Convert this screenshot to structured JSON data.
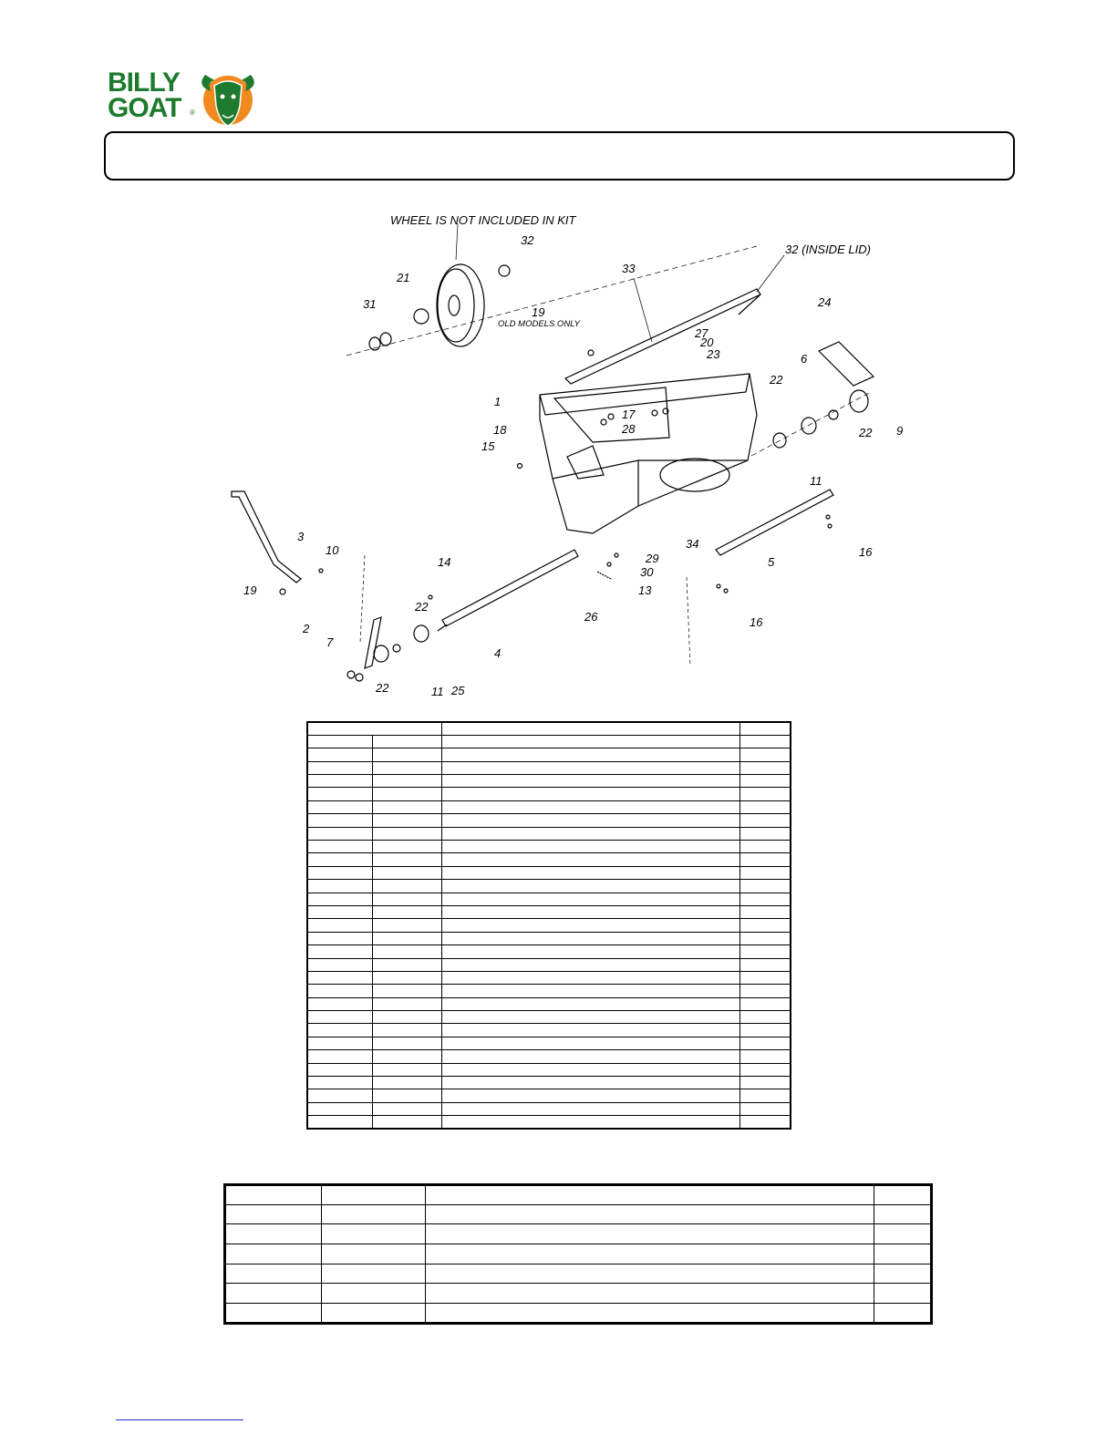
{
  "brand": {
    "line1": "BILLY",
    "line2": "GOAT",
    "registered": "®",
    "colors": {
      "green": "#1e7a2e",
      "orange": "#f08a1f"
    }
  },
  "diagram": {
    "notes": {
      "wheel": "WHEEL IS NOT INCLUDED IN KIT",
      "inside_lid": "32 (INSIDE LID)",
      "old_models": "OLD MODELS ONLY"
    },
    "callouts": [
      "1",
      "2",
      "3",
      "4",
      "5",
      "6",
      "7",
      "9",
      "10",
      "11",
      "11",
      "13",
      "14",
      "15",
      "16",
      "16",
      "17",
      "18",
      "19",
      "19",
      "20",
      "21",
      "22",
      "22",
      "22",
      "22",
      "23",
      "24",
      "25",
      "26",
      "27",
      "28",
      "29",
      "30",
      "31",
      "32",
      "33",
      "34"
    ]
  },
  "table1": {
    "rows": 31,
    "columns": 4
  },
  "table2": {
    "rows": 7,
    "columns": 4
  },
  "colors": {
    "line": "#000000",
    "link": "#2233cc"
  }
}
